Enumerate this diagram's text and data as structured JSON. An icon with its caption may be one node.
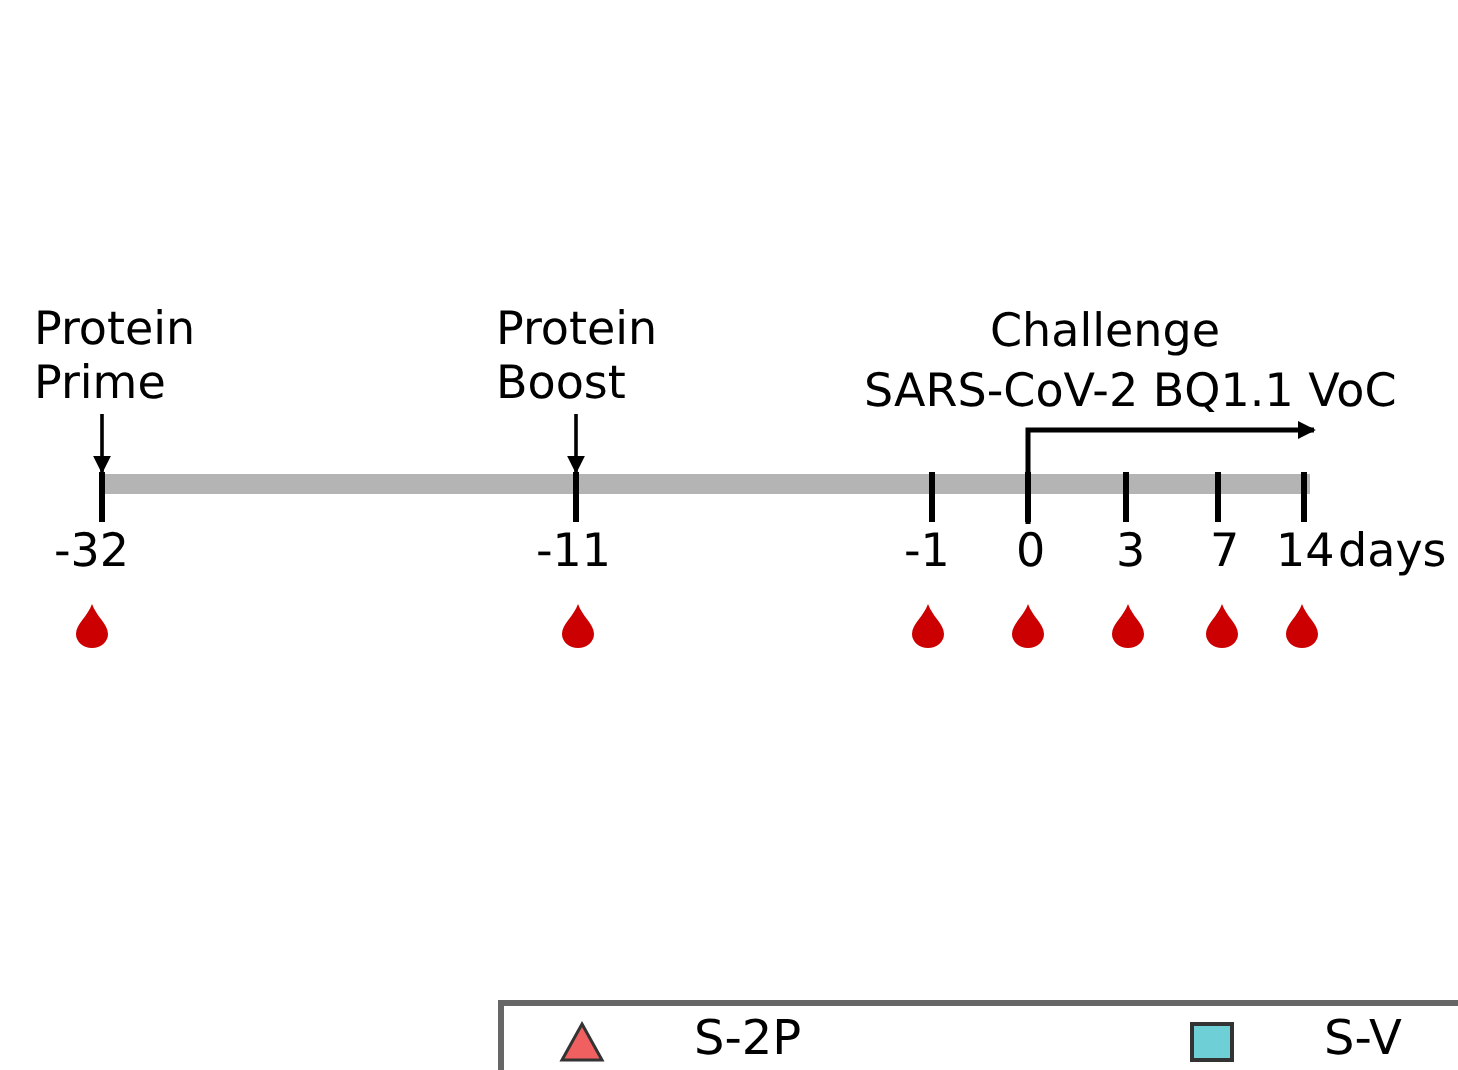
{
  "diagram": {
    "nodes": [
      {
        "text": [
          "Protein Prime"
        ]
      },
      {
        "text": [
          "Protein Boost"
        ]
      },
      {
        "text": [],
        "shape": "bar"
      }
    ],
    "edges": [
      {
        "from": 0,
        "to": 2,
        "arrow": "to"
      },
      {
        "from": 1,
        "to": 2,
        "arrow": "to"
      }
    ],
    "labels": [
      "Challenge",
      "SARS-CoV-2 BQ1.1 VoC",
      "-32",
      "-11",
      "-1",
      "0",
      "3",
      "7",
      "14",
      "days"
    ],
    "legend": [
      {
        "text": "S-2P"
      },
      {
        "text": "S-V",
        "color": "#6fcfd6"
      }
    ]
  }
}
